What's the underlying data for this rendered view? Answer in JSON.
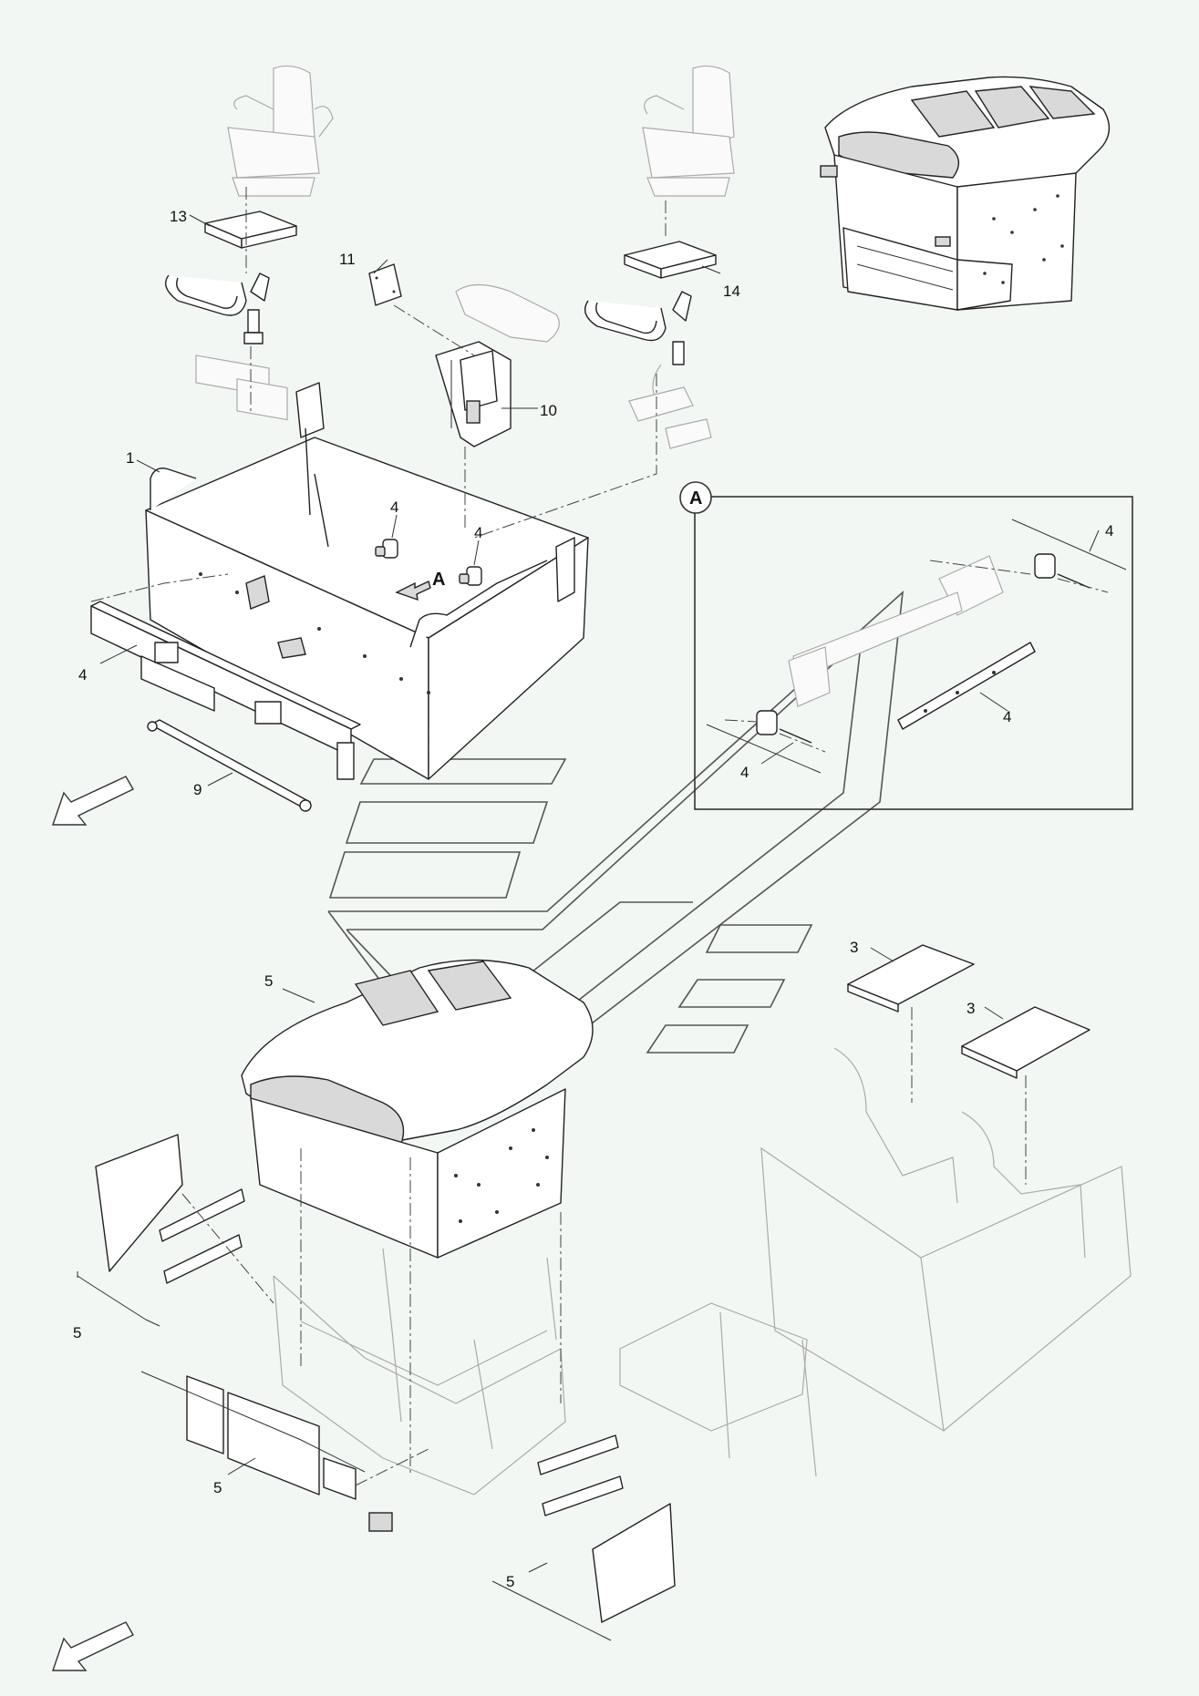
{
  "diagram": {
    "callouts": {
      "c13": "13",
      "c11": "11",
      "c14": "14",
      "c10": "10",
      "c1": "1",
      "c4a": "4",
      "c4b": "4",
      "c4c": "4",
      "c9": "9",
      "c5a": "5",
      "c5b": "5",
      "c5c": "5",
      "c5d": "5",
      "c3a": "3",
      "c3b": "3",
      "d4a": "4",
      "d4b": "4",
      "d4c": "4"
    },
    "view_label": "A",
    "detail_label": "A",
    "icons": [
      "direction-arrow-icon",
      "seat-icon",
      "cab-module-icon",
      "watermark-logo-icon"
    ]
  }
}
